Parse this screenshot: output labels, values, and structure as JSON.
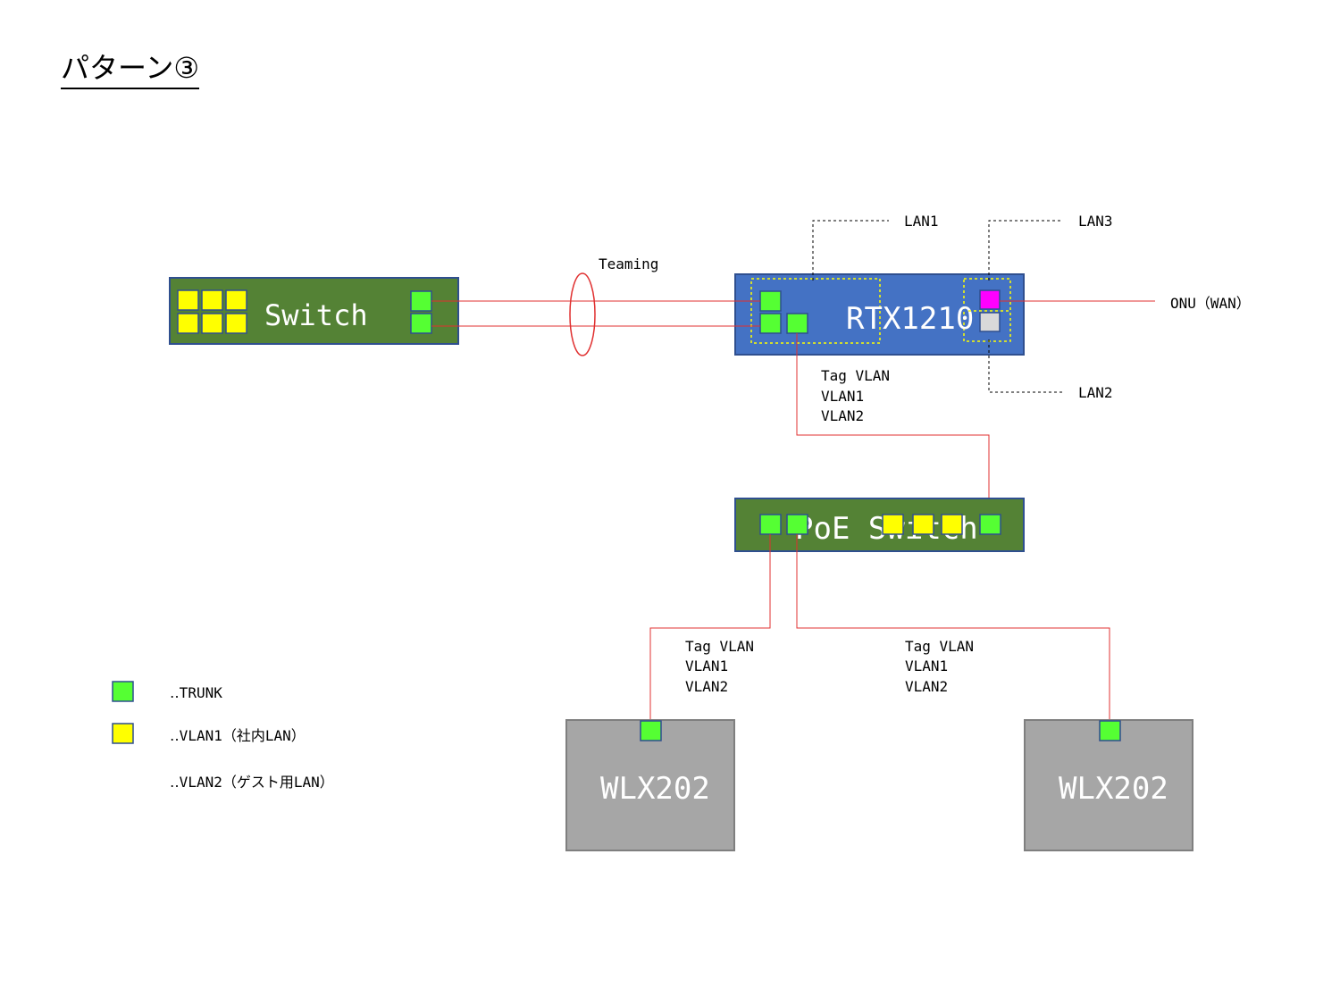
{
  "title": "パターン③",
  "devices": {
    "switch": "Switch",
    "router": "RTX1210",
    "poe_switch": "PoE Switch",
    "ap_left": "WLX202",
    "ap_right": "WLX202"
  },
  "labels": {
    "teaming": "Teaming",
    "lan1": "LAN1",
    "lan2": "LAN2",
    "lan3": "LAN3",
    "wan": "ONU（WAN）"
  },
  "link_labels": {
    "router_poe": [
      "Tag VLAN",
      "VLAN1",
      "VLAN2"
    ],
    "poe_ap_left": [
      "Tag VLAN",
      "VLAN1",
      "VLAN2"
    ],
    "poe_ap_right": [
      "Tag VLAN",
      "VLAN1",
      "VLAN2"
    ]
  },
  "legend": [
    {
      "label": "‥TRUNK",
      "color": "#55ff33"
    },
    {
      "label": "‥VLAN1（社内LAN）",
      "color": "#ffff00"
    },
    {
      "label": "‥VLAN2（ゲスト用LAN）",
      "color": ""
    }
  ],
  "colors": {
    "device_green": "#548235",
    "router_blue": "#4472c4",
    "trunk_port": "#55ff33",
    "vlan1_port": "#ffff00",
    "wan_port": "#ff00ff",
    "link": "#e03030",
    "ap_gray": "#a6a6a6"
  }
}
